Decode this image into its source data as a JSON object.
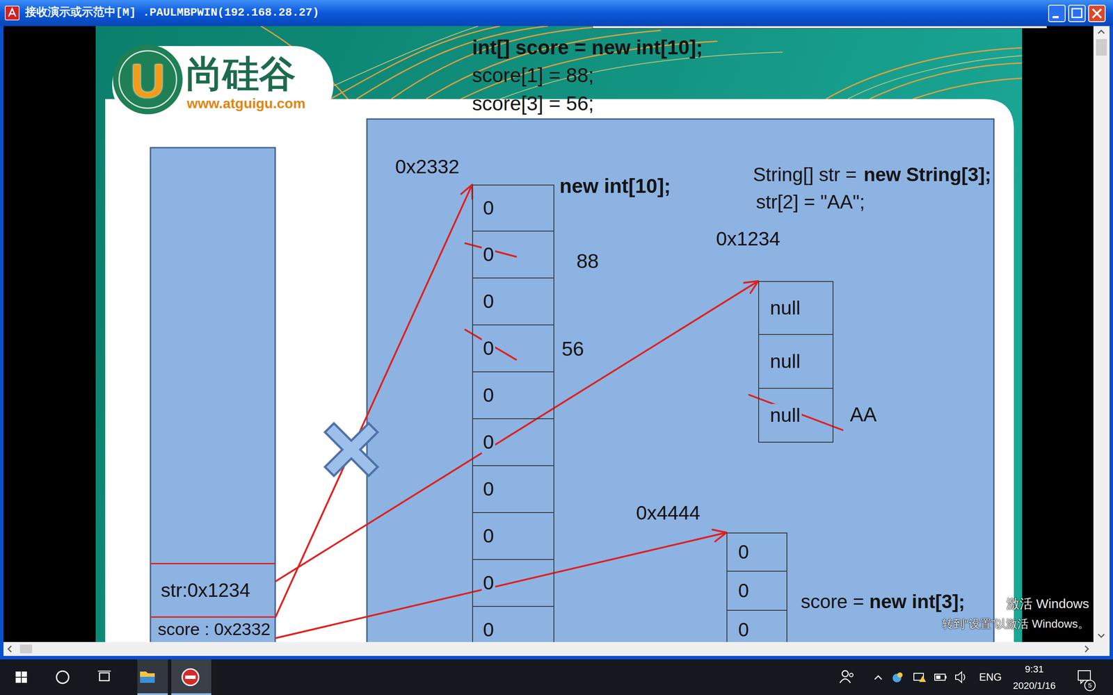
{
  "diagram": {
    "nodes": [
      {
        "text": [
          "str:0x1234"
        ]
      },
      {
        "text": [
          "score : 0x2332"
        ]
      },
      {
        "text": [
          "0x2332"
        ]
      },
      {
        "text": [
          "0"
        ],
        "in": 2
      },
      {
        "text": [
          "0"
        ],
        "in": 2
      },
      {
        "text": [
          "0"
        ],
        "in": 2
      },
      {
        "text": [
          "0"
        ],
        "in": 2
      },
      {
        "text": [
          "0"
        ],
        "in": 2
      },
      {
        "text": [
          "0"
        ],
        "in": 2
      },
      {
        "text": [
          "0"
        ],
        "in": 2
      },
      {
        "text": [
          "0"
        ],
        "in": 2
      },
      {
        "text": [
          "0"
        ],
        "in": 2
      },
      {
        "text": [
          "0"
        ],
        "in": 2
      },
      {
        "text": [
          "0x1234"
        ]
      },
      {
        "text": [
          "null"
        ],
        "in": 13
      },
      {
        "text": [
          "null"
        ],
        "in": 13
      },
      {
        "text": [
          "null"
        ],
        "in": 13
      },
      {
        "text": [
          "0x4444"
        ]
      },
      {
        "text": [
          "0"
        ],
        "in": 17
      },
      {
        "text": [
          "0"
        ],
        "in": 17
      },
      {
        "text": [
          "0"
        ],
        "in": 17
      }
    ],
    "edges": [
      {
        "from": 0,
        "to": 13,
        "arrow": "to"
      },
      {
        "from": 1,
        "to": 2,
        "arrow": "to"
      },
      {
        "from": 1,
        "to": 17,
        "arrow": "to"
      }
    ],
    "labels": [
      "int[] score = new int[10];",
      "score[1] = 88;",
      "score[3] = 56;",
      "U",
      "尚硅谷",
      "www.atguigu.com",
      "new int[10];",
      "88",
      "56",
      "String[] str =",
      "new String[3];",
      "str[2] = \"AA\";",
      "AA",
      "score =",
      "new int[3];",
      "激活 Windows",
      "转到“设置”以激活 Windows。",
      "接收演示或示范中[M] .PAULMBPWIN(192.168.28.27)",
      "ENG",
      "9:31",
      "2020/1/16",
      "5"
    ]
  }
}
